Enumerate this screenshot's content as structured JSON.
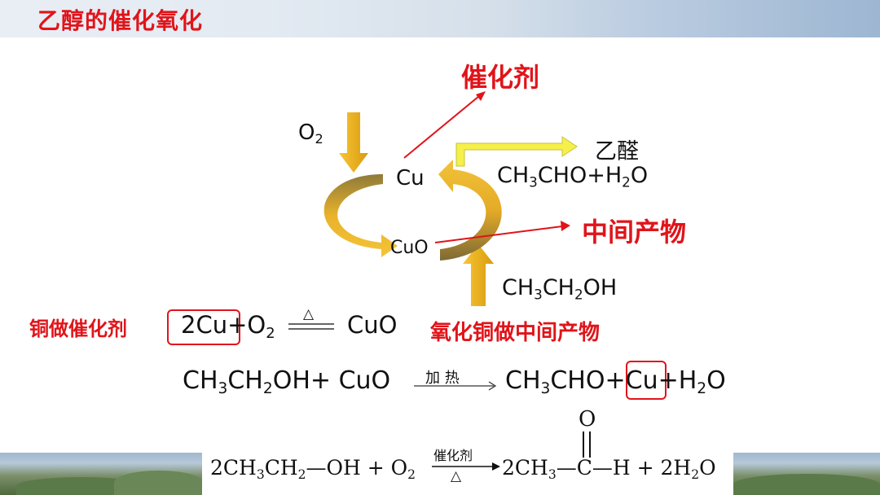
{
  "title": "乙醇的催化氧化",
  "cycle": {
    "catalyst_label": "催化剂",
    "o2": {
      "base": "O",
      "sub": "2"
    },
    "cu": "Cu",
    "cuo": "CuO",
    "acetaldehyde_label": "乙醛",
    "products": [
      "CH",
      "3",
      "CHO+H",
      "2",
      "O"
    ],
    "intermediate_label": "中间产物",
    "ethanol": [
      "CH",
      "3",
      "CH",
      "2",
      "OH"
    ]
  },
  "eq1": {
    "label": "铜做催化剂",
    "lhs": [
      "2Cu+O",
      "2"
    ],
    "condition": "△",
    "rhs": "CuO",
    "right_label": "氧化铜做中间产物"
  },
  "eq2": {
    "lhs": [
      "CH",
      "3",
      "CH",
      "2",
      "OH+ CuO"
    ],
    "condition": "加 热",
    "rhs": [
      "CH",
      "3",
      "CHO+Cu+H",
      "2",
      "O"
    ]
  },
  "eq3": {
    "lhs": [
      "2CH",
      "3",
      "CH",
      "2",
      "—OH + O",
      "2"
    ],
    "condition_top": "催化剂",
    "condition_bottom": "△",
    "rhs_a": [
      "2CH",
      "3"
    ],
    "rhs_c": "—C—",
    "rhs_o": "O",
    "rhs_h": "H + 2H",
    "rhs_h2o_sub": "2",
    "rhs_o2": "O"
  },
  "colors": {
    "red": "#e0141a",
    "arrow_gold": "#f0b21c",
    "arrow_yellow": "#f5f04a"
  }
}
